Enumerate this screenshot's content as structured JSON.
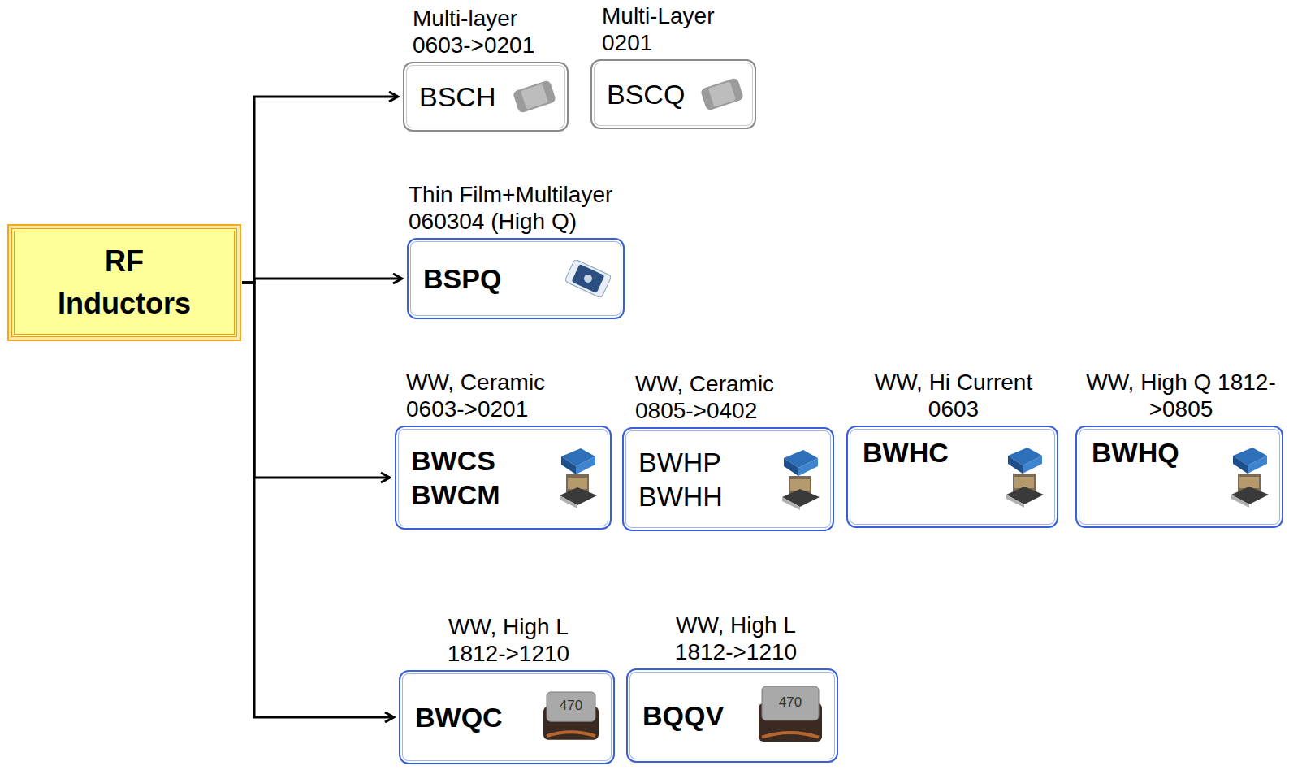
{
  "diagram": {
    "nodes": [
      {
        "text": [
          "RF Inductors"
        ]
      },
      {
        "text": [
          "Multi-layer 0603->0201",
          "BSCH"
        ]
      },
      {
        "text": [
          "Multi-Layer 0201",
          "BSCQ"
        ]
      },
      {
        "text": [
          "Thin Film+Multilayer 060304 (High Q)",
          "BSPQ"
        ]
      },
      {
        "text": [
          "WW, Ceramic 0603->0201",
          "BWCS BWCM"
        ]
      },
      {
        "text": [
          "WW, Ceramic 0805->0402",
          "BWHP BWHH"
        ]
      },
      {
        "text": [
          "WW, Hi Current 0603",
          "BWHC"
        ]
      },
      {
        "text": [
          "WW, High Q 1812->0805",
          "BWHQ"
        ]
      },
      {
        "text": [
          "WW, High L 1812->1210",
          "BWQC"
        ]
      },
      {
        "text": [
          "WW, High L 1812->1210",
          "BQQV"
        ]
      }
    ],
    "edges": [
      {
        "from": 0,
        "to": 1,
        "arrow": "to"
      },
      {
        "from": 0,
        "to": 3,
        "arrow": "to"
      },
      {
        "from": 0,
        "to": 4,
        "arrow": "to"
      },
      {
        "from": 0,
        "to": 8,
        "arrow": "to"
      }
    ],
    "labels": [
      "470",
      "470"
    ]
  }
}
